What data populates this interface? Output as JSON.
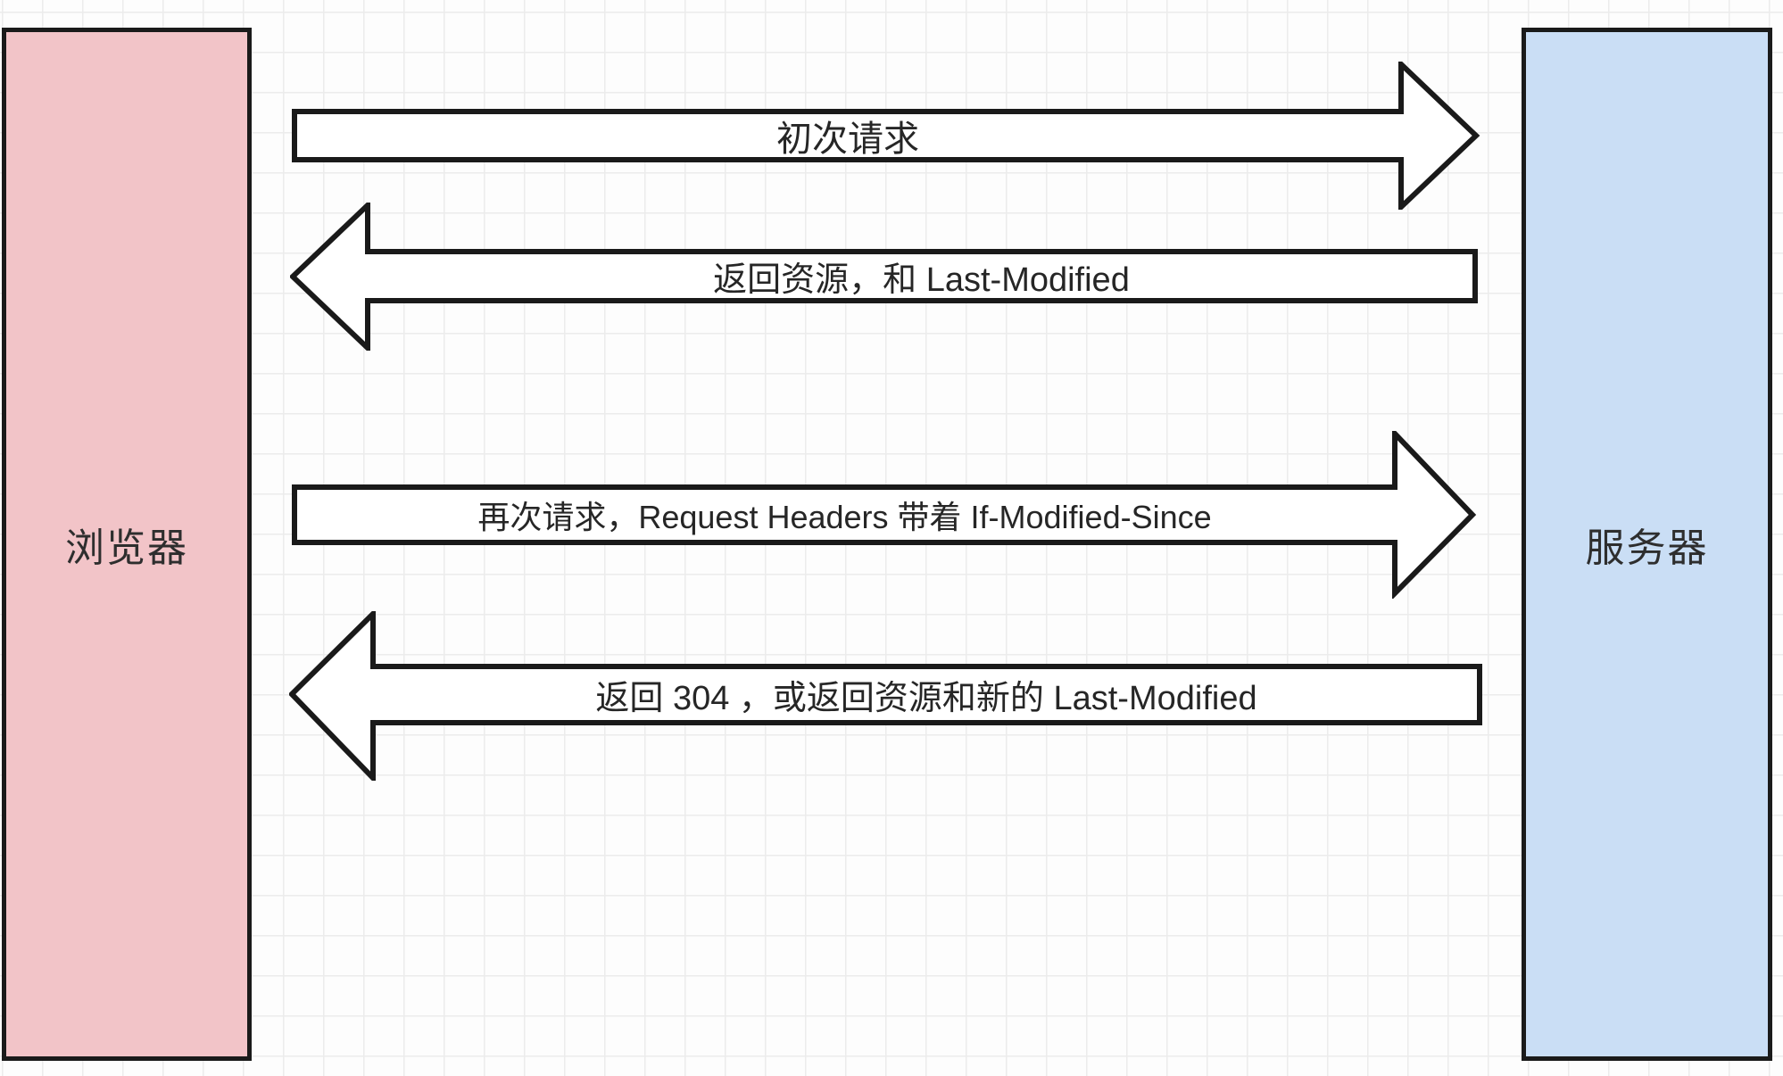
{
  "diagram": {
    "nodes": {
      "browser": {
        "label": "浏览器",
        "fill": "#F2C4C8"
      },
      "server": {
        "label": "服务器",
        "fill": "#CADEF5"
      }
    },
    "arrows": [
      {
        "label": "初次请求",
        "direction": "right"
      },
      {
        "label": "返回资源，和 Last-Modified",
        "direction": "left"
      },
      {
        "label": "再次请求，Request Headers 带着 If-Modified-Since",
        "direction": "right"
      },
      {
        "label": "返回 304 ，或返回资源和新的 Last-Modified",
        "direction": "left"
      }
    ],
    "colors": {
      "arrow_fill": "#ffffff",
      "outline": "#1a1a1a",
      "grid_line": "#ececec",
      "background": "#fdfdfd"
    }
  }
}
